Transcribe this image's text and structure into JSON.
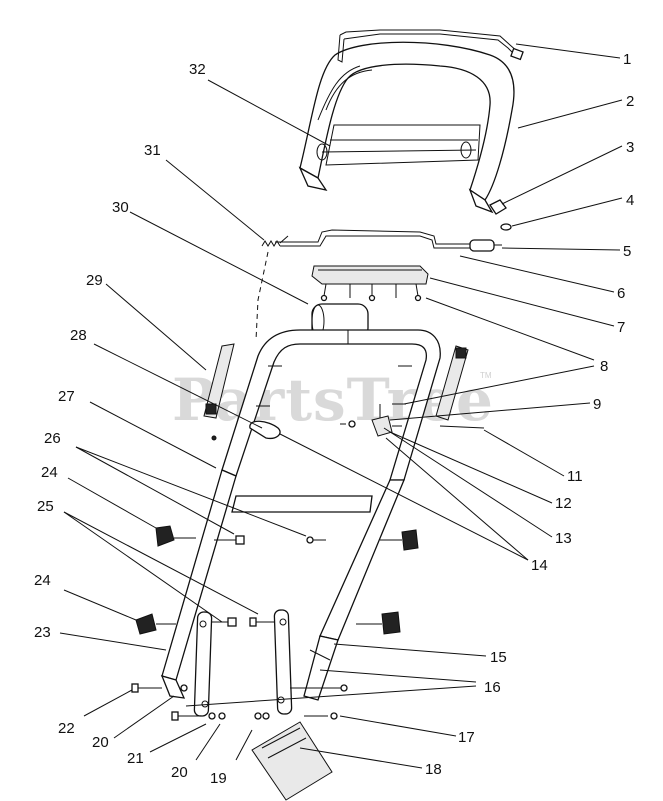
{
  "watermark": {
    "text": "PartsTree",
    "trademark": "TM"
  },
  "callouts": [
    {
      "id": "c1",
      "text": "1"
    },
    {
      "id": "c2",
      "text": "2"
    },
    {
      "id": "c3",
      "text": "3"
    },
    {
      "id": "c4",
      "text": "4"
    },
    {
      "id": "c5",
      "text": "5"
    },
    {
      "id": "c6",
      "text": "6"
    },
    {
      "id": "c7",
      "text": "7"
    },
    {
      "id": "c8",
      "text": "8"
    },
    {
      "id": "c9",
      "text": "9"
    },
    {
      "id": "c11",
      "text": "11"
    },
    {
      "id": "c12",
      "text": "12"
    },
    {
      "id": "c13",
      "text": "13"
    },
    {
      "id": "c14",
      "text": "14"
    },
    {
      "id": "c15",
      "text": "15"
    },
    {
      "id": "c16",
      "text": "16"
    },
    {
      "id": "c17",
      "text": "17"
    },
    {
      "id": "c18",
      "text": "18"
    },
    {
      "id": "c19",
      "text": "19"
    },
    {
      "id": "c20a",
      "text": "20"
    },
    {
      "id": "c20b",
      "text": "20"
    },
    {
      "id": "c21",
      "text": "21"
    },
    {
      "id": "c22",
      "text": "22"
    },
    {
      "id": "c23",
      "text": "23"
    },
    {
      "id": "c24a",
      "text": "24"
    },
    {
      "id": "c24b",
      "text": "24"
    },
    {
      "id": "c25",
      "text": "25"
    },
    {
      "id": "c26",
      "text": "26"
    },
    {
      "id": "c27",
      "text": "27"
    },
    {
      "id": "c28",
      "text": "28"
    },
    {
      "id": "c29",
      "text": "29"
    },
    {
      "id": "c30",
      "text": "30"
    },
    {
      "id": "c31",
      "text": "31"
    },
    {
      "id": "c32",
      "text": "32"
    }
  ]
}
